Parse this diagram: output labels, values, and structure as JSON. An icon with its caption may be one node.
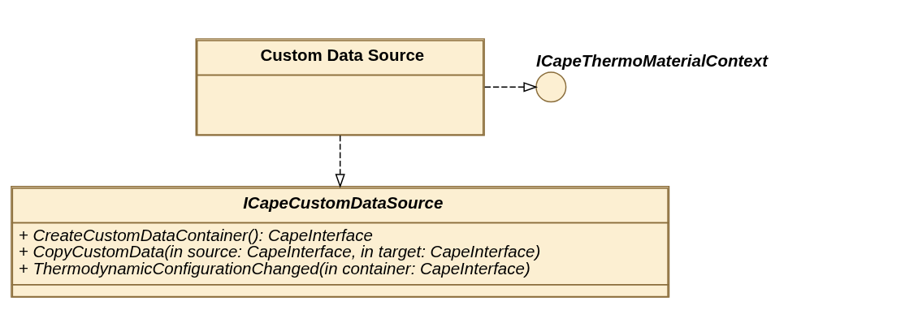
{
  "diagram": {
    "nodes": [
      {
        "text": [
          "Custom Data Source"
        ]
      },
      {
        "text": [],
        "shape": "circle",
        "beside": [
          "ICapeThermoMaterialContext"
        ]
      },
      {
        "text": [
          "ICapeCustomDataSource",
          "+ CreateCustomDataContainer(): CapeInterface",
          "+ CopyCustomData(in source: CapeInterface, in target: CapeInterface)",
          "+ ThermodynamicConfigurationChanged(in container: CapeInterface)"
        ]
      }
    ],
    "edges": [
      {
        "from": 0,
        "to": 1,
        "arrow": "to",
        "style": "dashed"
      },
      {
        "from": 0,
        "to": 2,
        "arrow": "to",
        "style": "dashed"
      }
    ]
  }
}
